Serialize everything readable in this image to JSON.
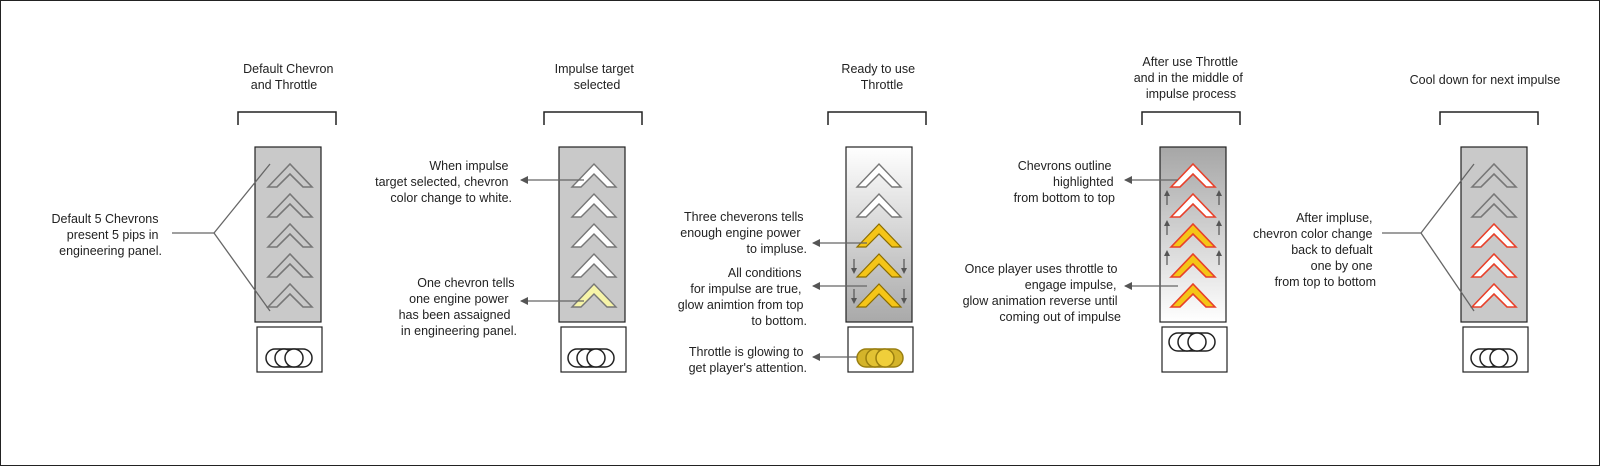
{
  "colors": {
    "panel_gray": "#c9c9c9",
    "chevron_outline_gray": "#777777",
    "chevron_white": "#ffffff",
    "chevron_pale_yellow": "#f6f4a8",
    "chevron_yellow": "#f5c518",
    "chevron_red_outline": "#e8402a",
    "throttle_glow": "#d4b42a",
    "leader_gray": "#666666"
  },
  "stages": [
    {
      "title_lines": [
        "Default Chevron",
        "and Throttle"
      ],
      "annotations": [
        {
          "lines": [
            "Default 5 Chevrons",
            "present 5 pips in",
            "engineering panel."
          ]
        }
      ]
    },
    {
      "title_lines": [
        "Impulse target",
        "selected"
      ],
      "annotations": [
        {
          "lines": [
            "When impulse",
            "target selected, chevron",
            "color change  to white."
          ]
        },
        {
          "lines": [
            "One chevron tells",
            "one engine power",
            "has been assaigned",
            "in engineering panel."
          ]
        }
      ]
    },
    {
      "title_lines": [
        "Ready to use",
        "Throttle"
      ],
      "annotations": [
        {
          "lines": [
            "Three cheverons tells",
            "enough engine power",
            "to  impluse."
          ]
        },
        {
          "lines": [
            "All conditions",
            "for impulse are true,",
            "glow animtion from top",
            "to bottom."
          ]
        },
        {
          "lines": [
            "Throttle is glowing to",
            "get player's attention."
          ]
        }
      ]
    },
    {
      "title_lines": [
        "After use Throttle",
        "and in the middle of",
        "impulse process"
      ],
      "annotations": [
        {
          "lines": [
            "Chevrons outline",
            "highlighted",
            "from bottom to top"
          ]
        },
        {
          "lines": [
            "Once player uses throttle to",
            "engage impulse,",
            "glow animation reverse until",
            "coming out of impulse"
          ]
        }
      ]
    },
    {
      "title_lines": [
        "Cool down for next impulse"
      ],
      "annotations": [
        {
          "lines": [
            "After impluse,",
            "chevron color change",
            "back to defualt",
            "one by one",
            "from top to bottom"
          ]
        }
      ]
    }
  ]
}
